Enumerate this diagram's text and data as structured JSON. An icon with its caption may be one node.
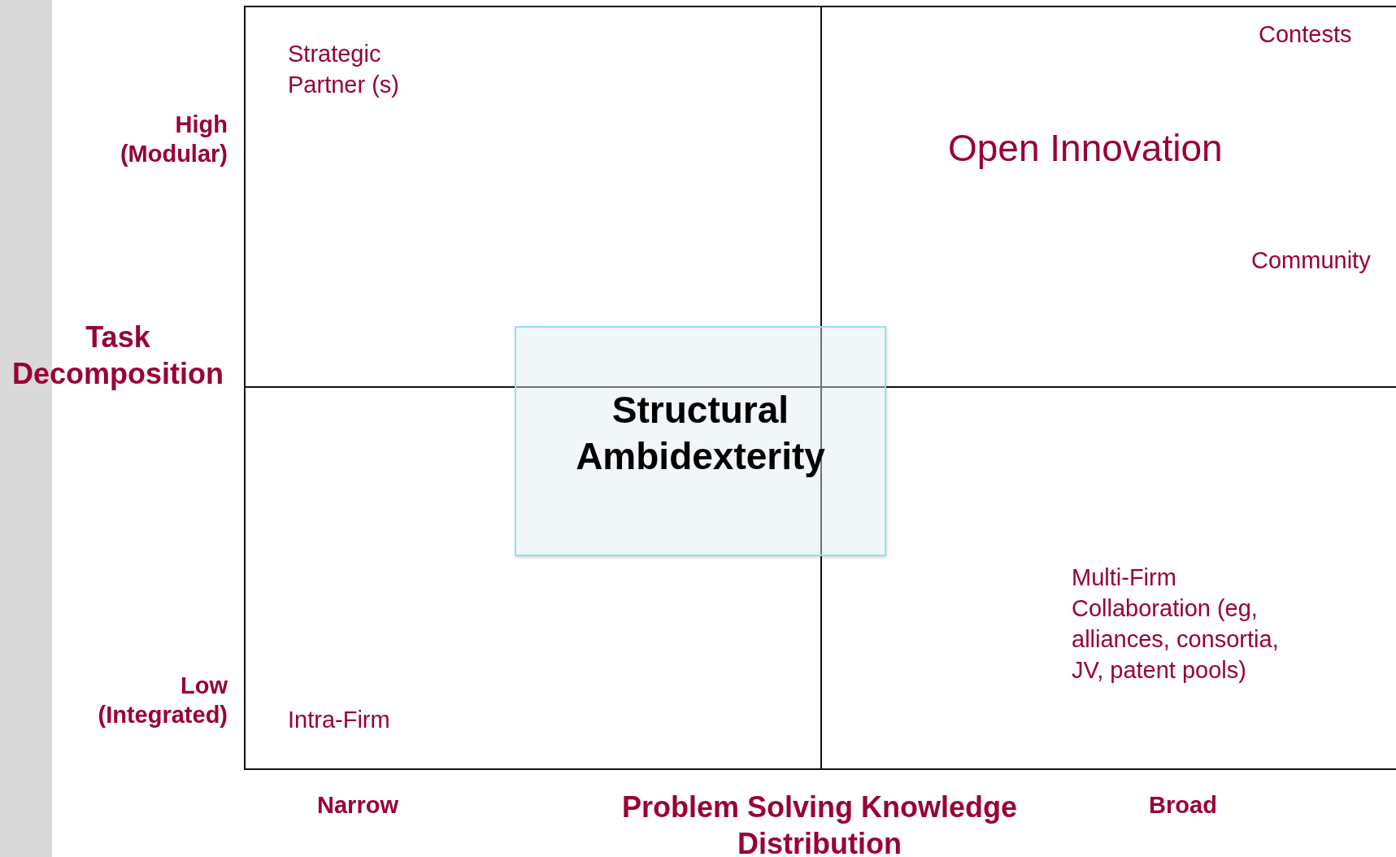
{
  "diagram": {
    "nodes": [
      {
        "text": [
          "Strategic Partner (s)"
        ]
      },
      {
        "text": [
          "Contests",
          "Open Innovation",
          "Community"
        ]
      },
      {
        "text": [
          "Intra-Firm"
        ]
      },
      {
        "text": [
          "Multi-Firm Collaboration (eg, alliances, consortia, JV, patent pools)"
        ]
      },
      {
        "text": [
          "Structural Ambidexterity"
        ]
      },
      {
        "text": [],
        "shape": "bar"
      }
    ],
    "labels": [
      "High (Modular)",
      "Task Decomposition",
      "Low (Integrated)",
      "Narrow",
      "Problem Solving Knowledge Distribution",
      "Broad"
    ]
  }
}
